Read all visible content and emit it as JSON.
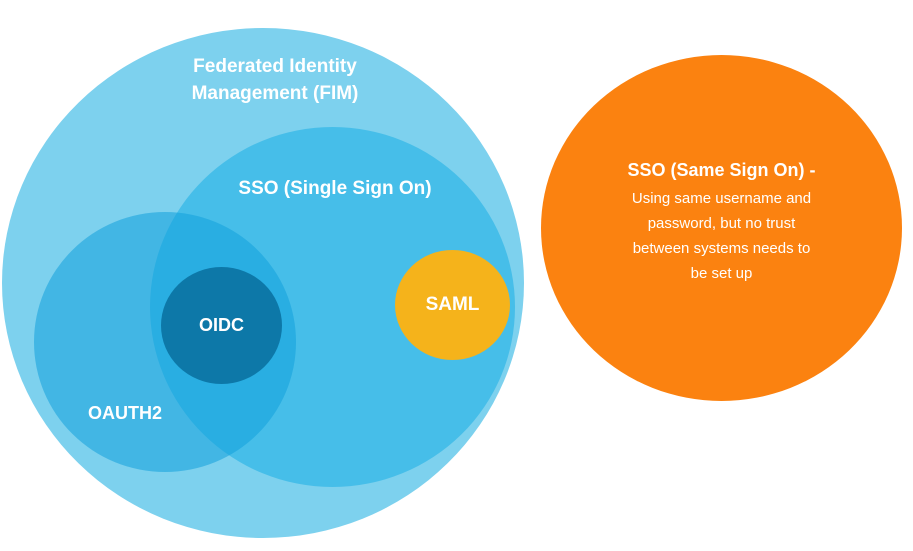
{
  "diagram": {
    "fim": {
      "line1": "Federated Identity",
      "line2": "Management (FIM)",
      "color": "#7dd1ee"
    },
    "sso": {
      "label": "SSO (Single Sign On)",
      "color": "#43bde8"
    },
    "oauth2": {
      "label": "OAUTH2"
    },
    "oidc": {
      "label": "OIDC",
      "color": "#0d78a8"
    },
    "saml": {
      "label": "SAML",
      "color": "#f5b31b"
    },
    "same_sign_on": {
      "title": "SSO (Same Sign On) -",
      "description_lines": [
        "Using same username and",
        "password, but no trust",
        "between systems needs to",
        "be set up"
      ],
      "color": "#fb8210"
    }
  }
}
